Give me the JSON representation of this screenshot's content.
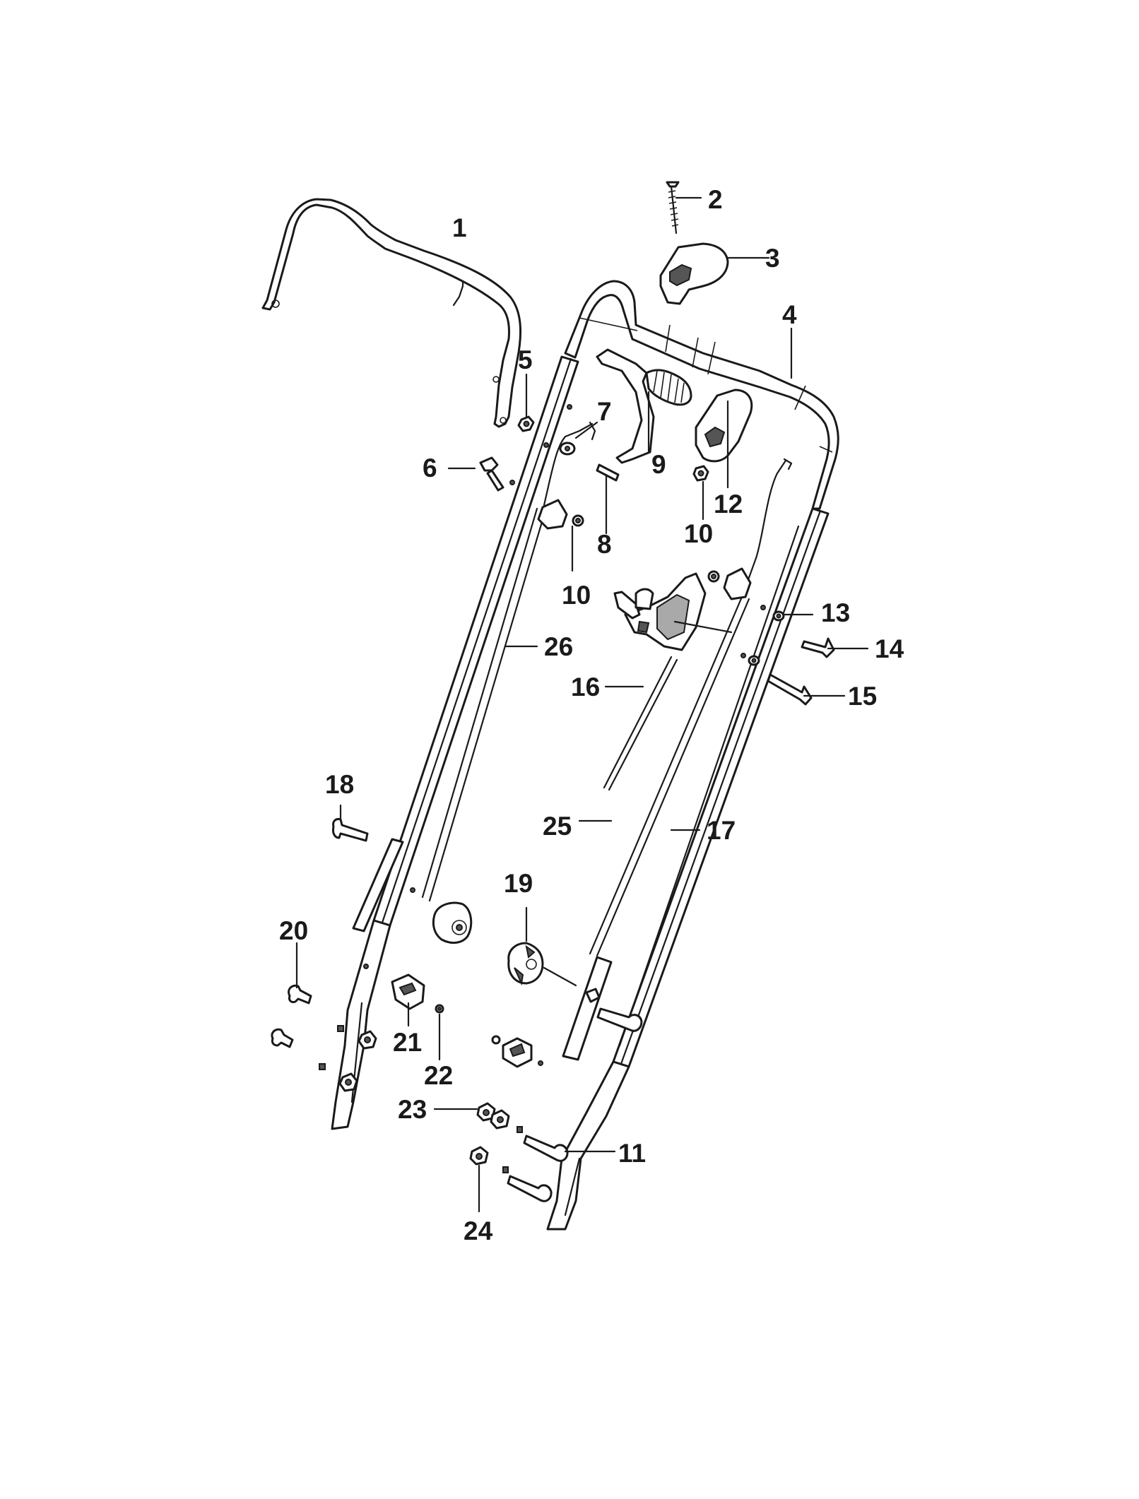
{
  "callouts": [
    {
      "label": "1"
    },
    {
      "label": "2"
    },
    {
      "label": "3"
    },
    {
      "label": "4"
    },
    {
      "label": "5"
    },
    {
      "label": "6"
    },
    {
      "label": "7"
    },
    {
      "label": "8"
    },
    {
      "label": "9"
    },
    {
      "label": "10"
    },
    {
      "label": "10"
    },
    {
      "label": "11"
    },
    {
      "label": "12"
    },
    {
      "label": "13"
    },
    {
      "label": "14"
    },
    {
      "label": "15"
    },
    {
      "label": "16"
    },
    {
      "label": "17"
    },
    {
      "label": "18"
    },
    {
      "label": "19"
    },
    {
      "label": "20"
    },
    {
      "label": "21"
    },
    {
      "label": "22"
    },
    {
      "label": "23"
    },
    {
      "label": "24"
    },
    {
      "label": "25"
    },
    {
      "label": "26"
    }
  ]
}
